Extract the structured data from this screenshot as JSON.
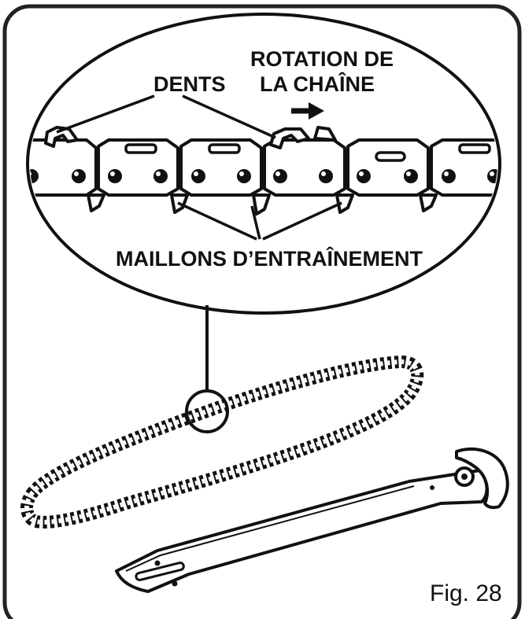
{
  "figure": {
    "label": "Fig. 28"
  },
  "callouts": {
    "teeth": "DENTS",
    "rotation_line1": "ROTATION DE",
    "rotation_line2": "LA CHAÎNE",
    "drive_links": "MAILLONS D’ENTRAÎNEMENT"
  },
  "icons": {
    "direction_arrow": "arrow-right-icon"
  },
  "colors": {
    "ink": "#111111",
    "paper": "#ffffff",
    "frame": "#222222"
  }
}
